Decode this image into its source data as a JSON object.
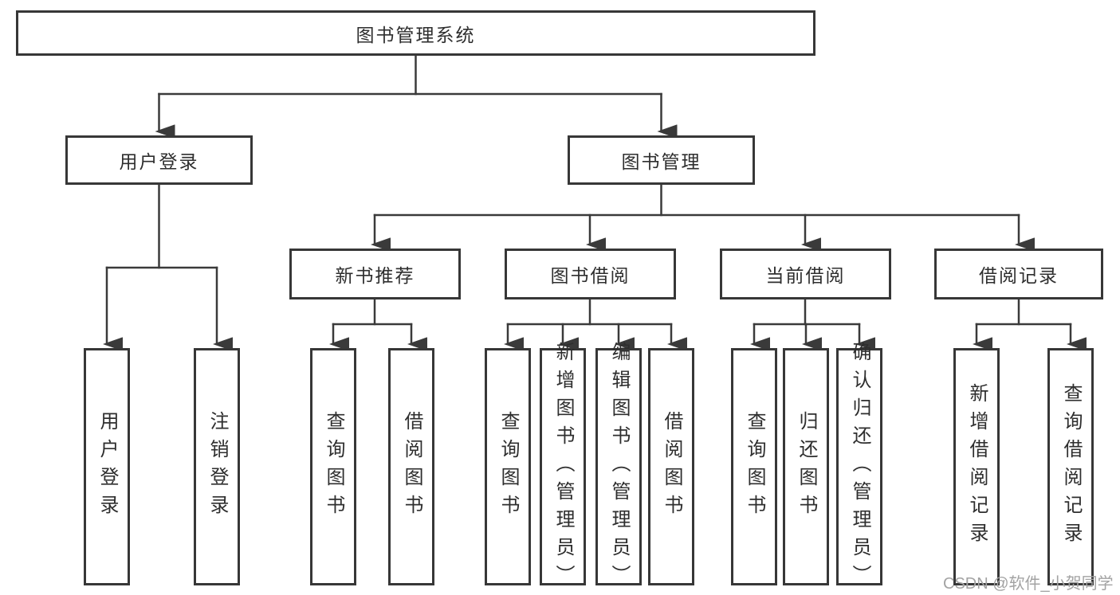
{
  "title": "图书管理系统",
  "watermark": "CSDN @软件_小贺同学",
  "colors": {
    "line": "#3a3a3a",
    "border": "#373737",
    "text": "#2e2e2e",
    "watermark": "#a3a3a3",
    "background": "#ffffff"
  },
  "nodes": {
    "root": {
      "label": "图书管理系统"
    },
    "user_login_branch": {
      "label": "用户登录",
      "children": [
        {
          "label": "用户登录"
        },
        {
          "label": "注销登录"
        }
      ]
    },
    "book_mgmt_branch": {
      "label": "图书管理",
      "children": [
        {
          "label": "新书推荐",
          "children": [
            {
              "label": "查询图书"
            },
            {
              "label": "借阅图书"
            }
          ]
        },
        {
          "label": "图书借阅",
          "children": [
            {
              "label": "查询图书"
            },
            {
              "label": "新增图书（管理员）"
            },
            {
              "label": "编辑图书（管理员）"
            },
            {
              "label": "借阅图书"
            }
          ]
        },
        {
          "label": "当前借阅",
          "children": [
            {
              "label": "查询图书"
            },
            {
              "label": "归还图书"
            },
            {
              "label": "确认归还（管理员）"
            }
          ]
        },
        {
          "label": "借阅记录",
          "children": [
            {
              "label": "新增借阅记录"
            },
            {
              "label": "查询借阅记录"
            }
          ]
        }
      ]
    }
  }
}
